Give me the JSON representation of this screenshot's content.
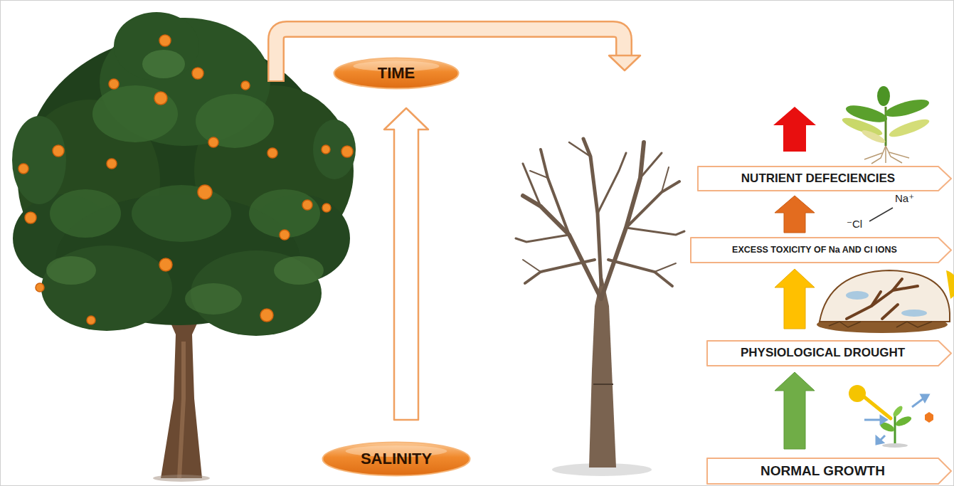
{
  "diagram": {
    "nodes": [
      {
        "text": [
          "TIME"
        ]
      },
      {
        "text": [
          "NUTRIENT DEFECIENCIES"
        ]
      },
      {
        "text": [
          "EXCESS TOXICITY OF Na AND Cl IONS"
        ]
      },
      {
        "text": [
          "PHYSIOLOGICAL DROUGHT"
        ]
      },
      {
        "text": [
          "SALINITY"
        ]
      },
      {
        "text": [
          "NORMAL GROWTH"
        ]
      }
    ],
    "edges": [
      {
        "from": 4,
        "to": 0,
        "arrow": "to"
      },
      {
        "from": 5,
        "to": 3,
        "arrow": "to"
      },
      {
        "from": 3,
        "to": 2,
        "arrow": "to"
      },
      {
        "from": 2,
        "to": 1,
        "arrow": "to"
      }
    ],
    "labels": [
      "Na⁺",
      "⁻Cl"
    ]
  }
}
